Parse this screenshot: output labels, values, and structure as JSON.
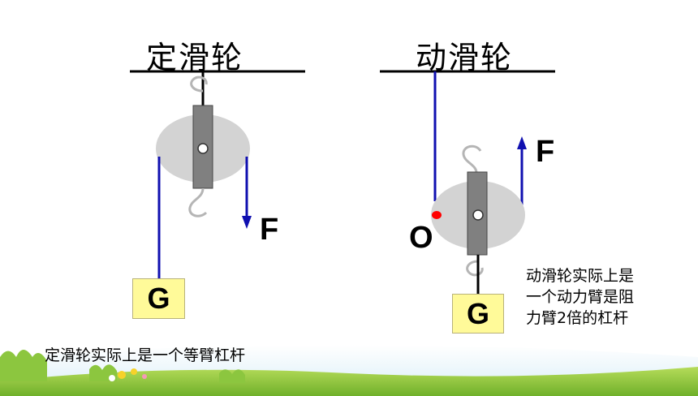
{
  "fixed_pulley": {
    "title": "定滑轮",
    "force_label": "F",
    "weight_label": "G",
    "note": "定滑轮实际上是一个等臂杠杆"
  },
  "movable_pulley": {
    "title": "动滑轮",
    "force_label": "F",
    "pivot_label": "O",
    "weight_label": "G",
    "note_lines": [
      "动滑轮实际上是",
      "一个动力臂是阻",
      "力臂2倍的杠杆"
    ]
  },
  "colors": {
    "rope": "#1010b0",
    "pulley_disc": "#d3d3d3",
    "pulley_frame": "#808080",
    "pivot_dot": "#ff0000",
    "weight_fill": "#fffa99",
    "sky": "#e6f4fb",
    "grass": "#8cc63f"
  }
}
